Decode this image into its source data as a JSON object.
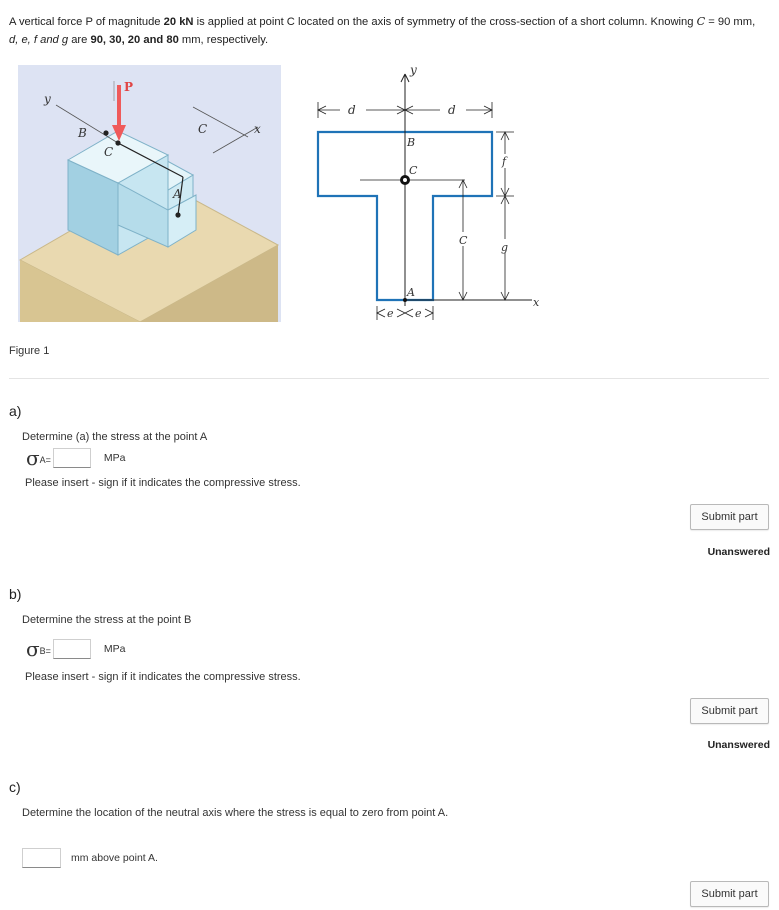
{
  "problem": {
    "intro_1": "A vertical force P of magnitude ",
    "force_magnitude": "20 kN",
    "intro_2": " is applied at point C located on the axis of symmetry of the cross-section of a short column. Knowing ",
    "c_symbol": "C",
    "c_equals": " = 90 mm,",
    "vars_line": "d, e, f and g",
    "intro_3": " are ",
    "values": "90, 30, 20 and 80",
    "intro_4": " mm, respectively."
  },
  "figure": {
    "caption": "Figure 1",
    "labels3d": {
      "y": "y",
      "P": "P",
      "B": "B",
      "C": "C",
      "Cdim": "C",
      "x": "x",
      "A": "A"
    },
    "labels2d": {
      "y": "y",
      "d1": "d",
      "d2": "d",
      "B": "B",
      "C": "C",
      "f": "f",
      "Cdim": "C",
      "g": "g",
      "A": "A",
      "x": "x",
      "e1": "e",
      "e2": "e"
    }
  },
  "colors": {
    "section_outline": "#1f73b7",
    "force_arrow": "#ef5a5a",
    "block": "#bfe3ef",
    "base": "#e8d8b0",
    "figure_bg": "#dde3f3"
  },
  "parts": [
    {
      "label": "a)",
      "question": "Determine (a) the stress at the point A",
      "symbol": "σ",
      "subscript": "A=",
      "unit": "MPa",
      "note": "Please insert  - sign if it indicates the compressive stress.",
      "submit": "Submit part",
      "status": "Unanswered",
      "answer": ""
    },
    {
      "label": "b)",
      "question": "Determine the stress at the point B",
      "symbol": "σ",
      "subscript": "B=",
      "unit": "MPa",
      "note": "Please insert  - sign if it indicates the compressive stress.",
      "submit": "Submit part",
      "status": "Unanswered",
      "answer": ""
    },
    {
      "label": "c)",
      "question": "Determine the location of the neutral axis where the stress is equal to zero from point A.",
      "unit": "mm above point A.",
      "submit": "Submit part",
      "answer": ""
    }
  ]
}
